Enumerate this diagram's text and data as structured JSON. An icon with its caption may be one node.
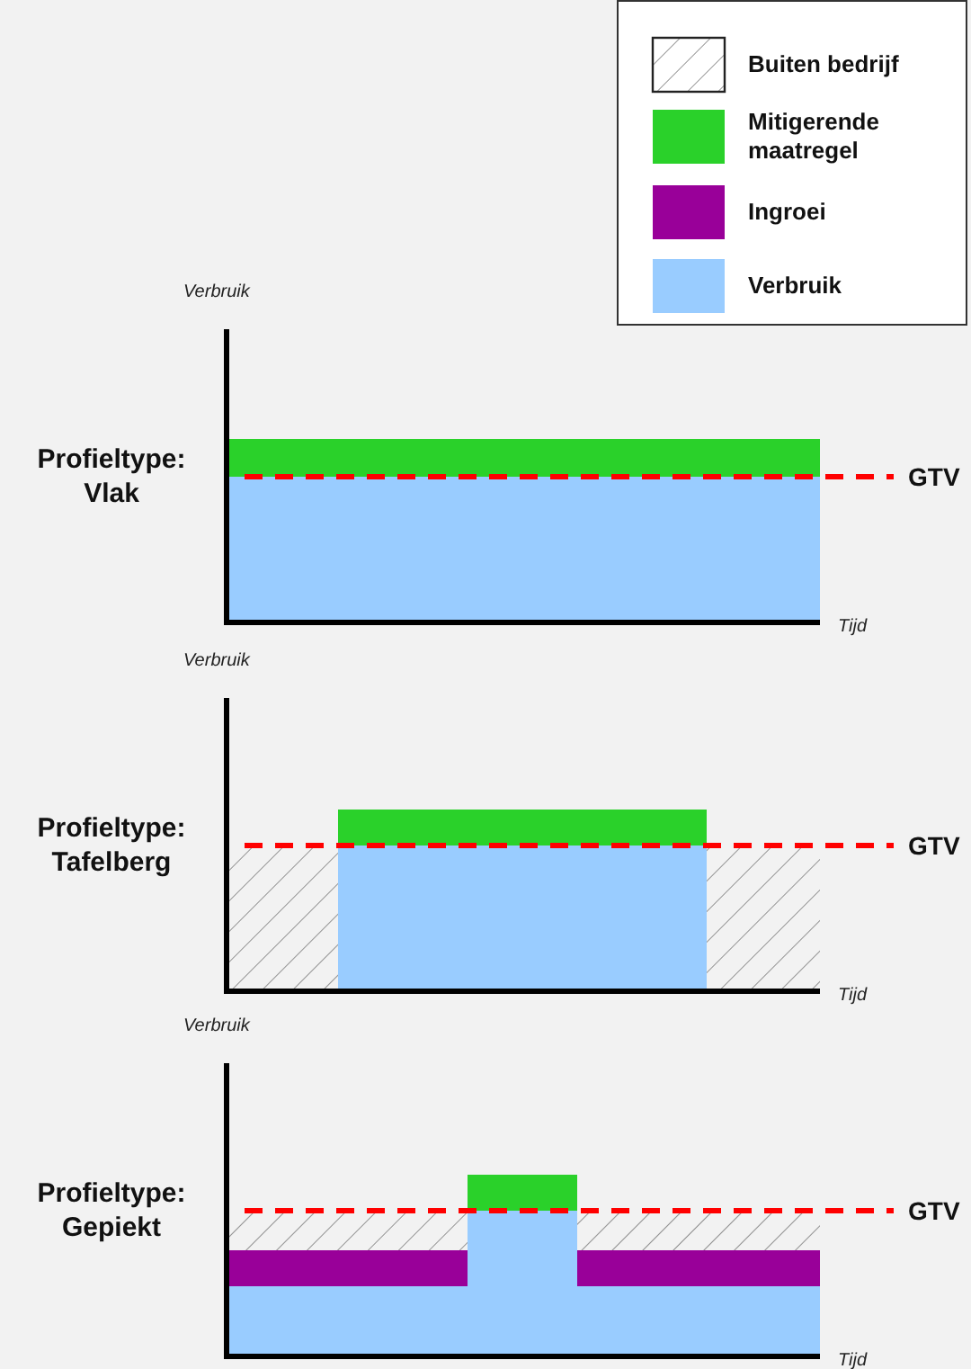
{
  "diagram": {
    "labels": [
      "Verbruik",
      "Profieltype: Vlak",
      "GTV",
      "Tijd",
      "Verbruik",
      "Profieltype: Tafelberg",
      "GTV",
      "Tijd",
      "Verbruik",
      "Profieltype: Gepiekt",
      "GTV",
      "Tijd"
    ],
    "legend": [
      {
        "text": "Buiten bedrijf"
      },
      {
        "text": "Mitigerende maatregel",
        "color": "#2ad12a"
      },
      {
        "text": "Ingroei",
        "color": "#990099"
      },
      {
        "text": "Verbruik",
        "color": "#99ccff"
      }
    ]
  }
}
